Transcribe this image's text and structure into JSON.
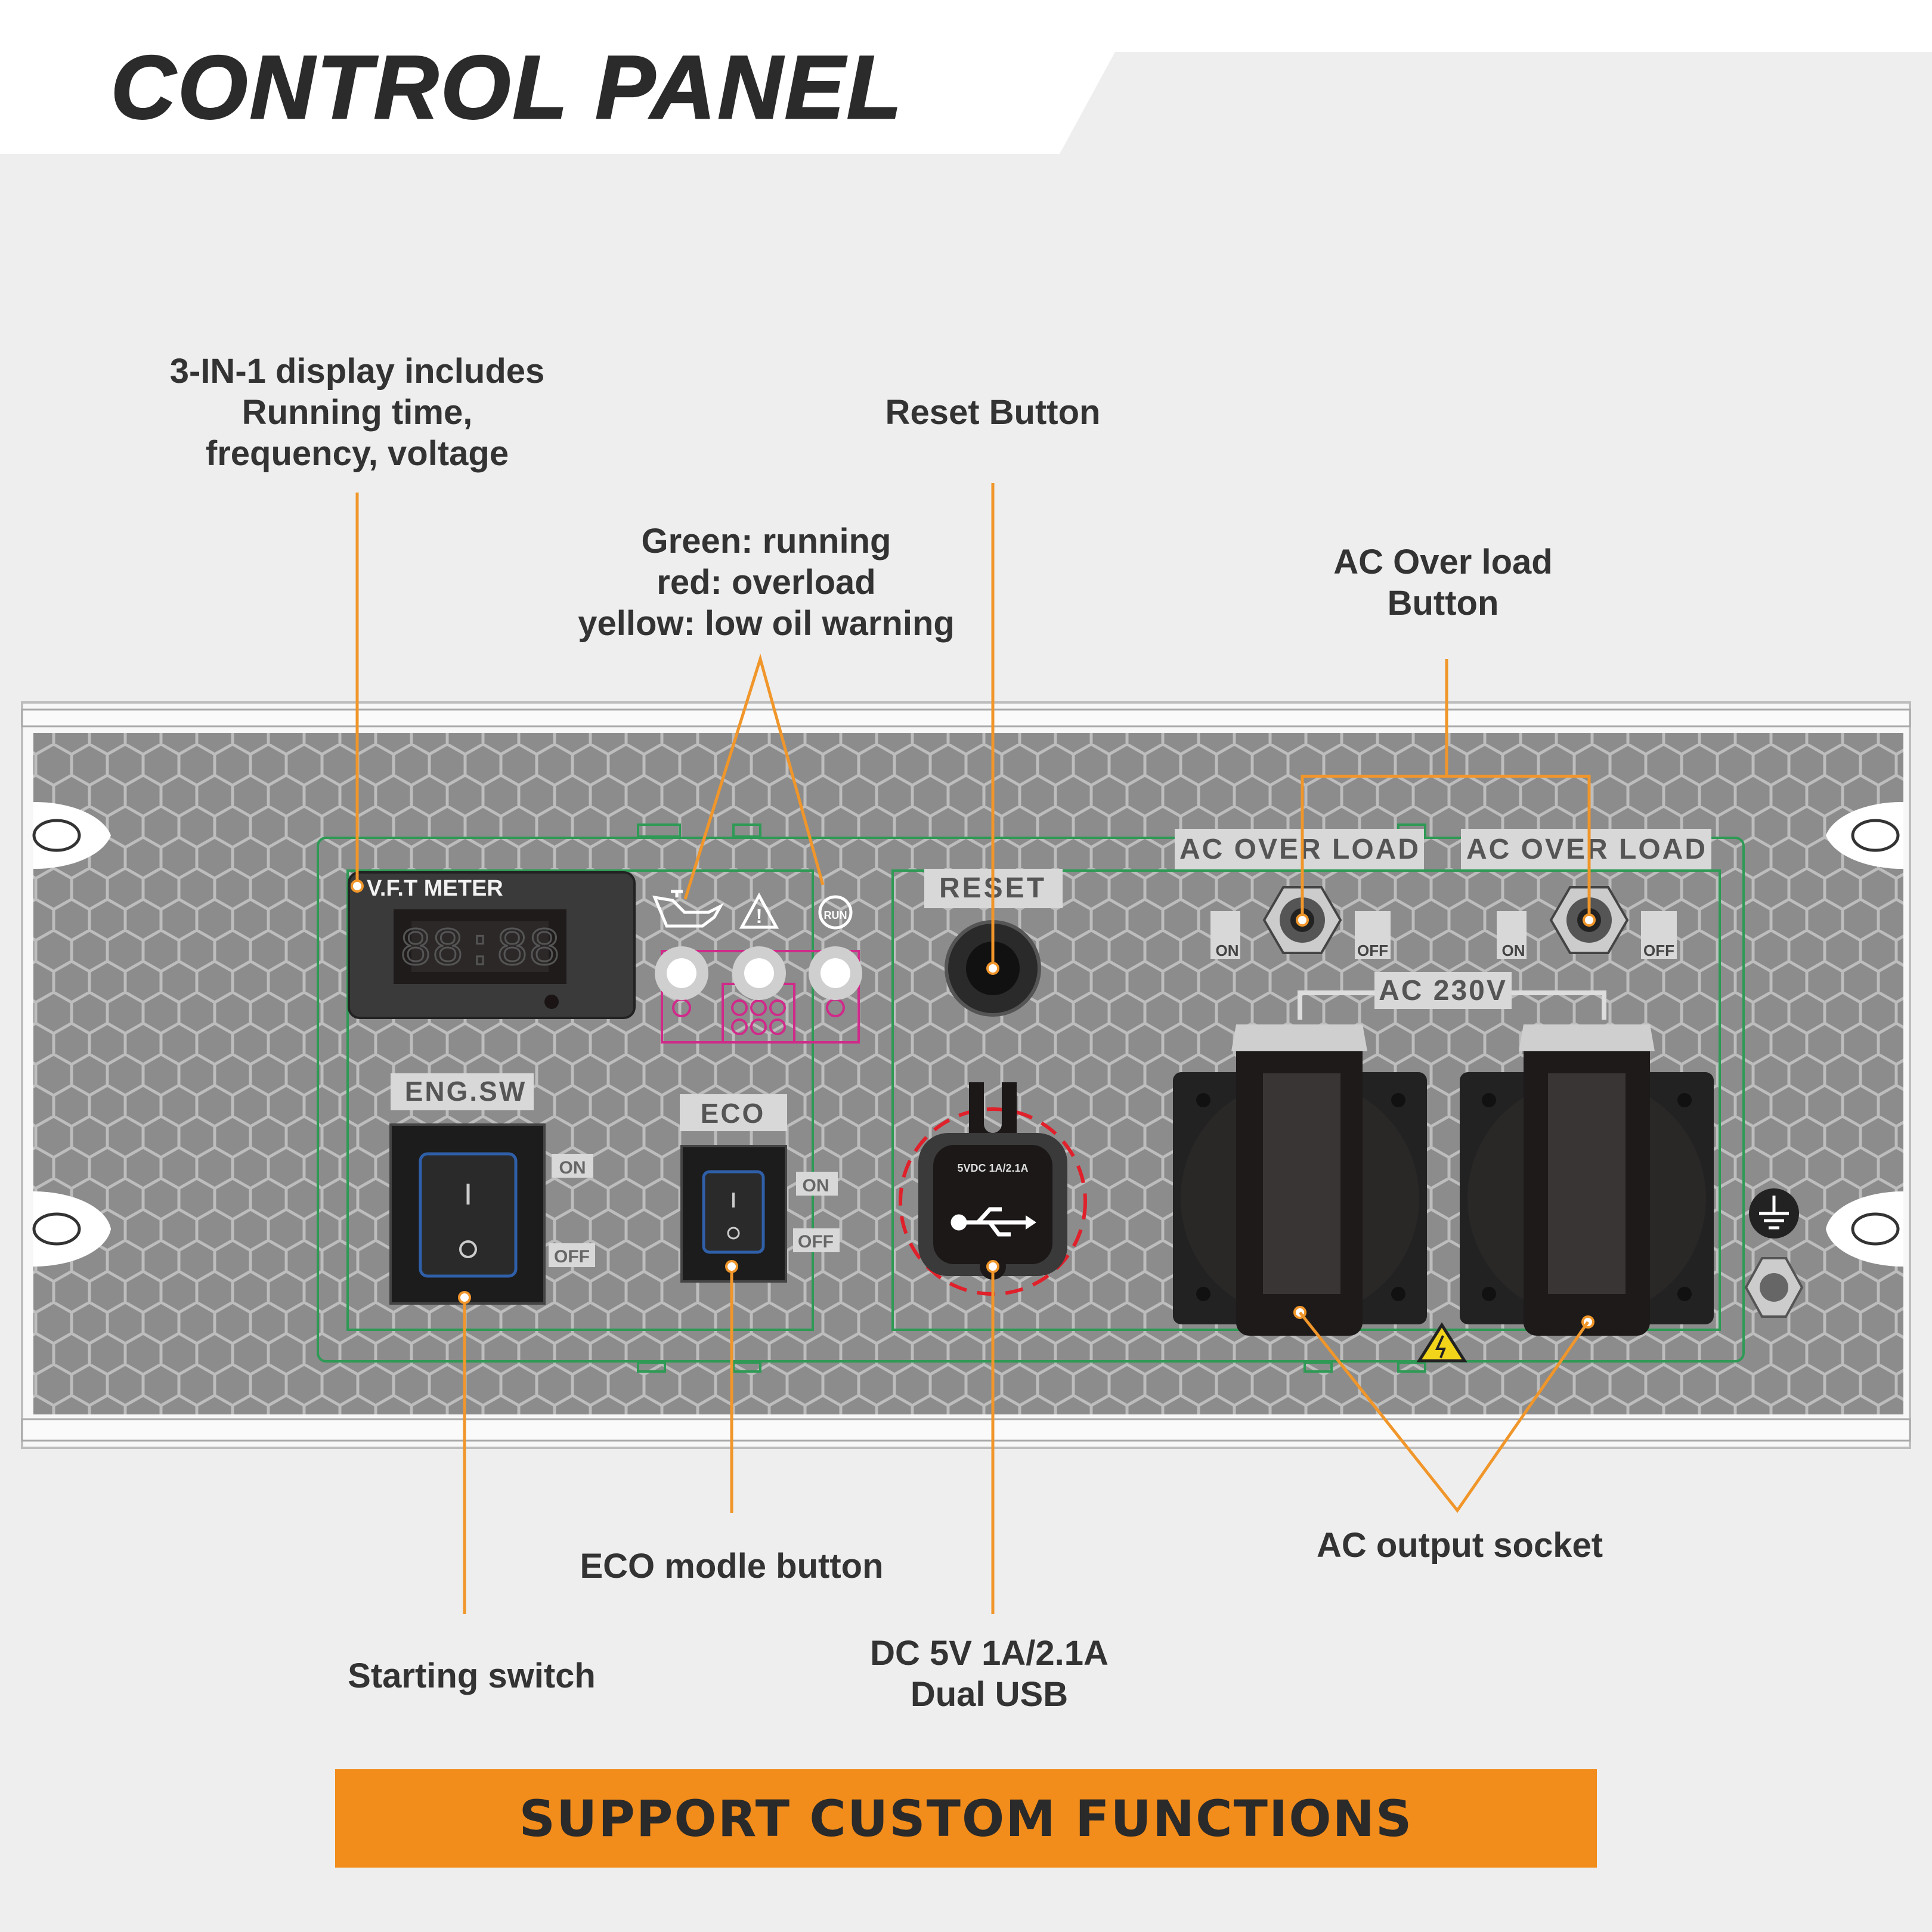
{
  "header": {
    "title": "CONTROL PANEL"
  },
  "annotations": {
    "display": [
      "3-IN-1 display includes",
      "Running time,",
      "frequency, voltage"
    ],
    "reset": "Reset Button",
    "leds": [
      "Green: running",
      "red: overload",
      "yellow: low oil warning"
    ],
    "ac_overload": [
      "AC Over load",
      "Button"
    ],
    "starting_switch": "Starting switch",
    "eco": "ECO modle button",
    "usb": [
      "DC 5V 1A/2.1A",
      "Dual USB"
    ],
    "ac_socket": "AC output socket"
  },
  "panel": {
    "meter_label": "V.F.T METER",
    "meter_digits": "88:88",
    "led_icons": [
      "oil-can-icon",
      "warning-icon",
      "run-icon"
    ],
    "led_icon_text": "RUN",
    "eng_sw": "ENG.SW",
    "eco": "ECO",
    "on": "ON",
    "off": "OFF",
    "reset": "RESET",
    "usb_text": "5VDC 1A/2.1A",
    "ac_overload": "AC OVER LOAD",
    "ac_voltage": "AC 230V"
  },
  "banner": {
    "text": "SUPPORT CUSTOM FUNCTIONS"
  },
  "colors": {
    "accent": "#f28c1a",
    "leader_line": "#f0962a",
    "panel": "#8a8a8a",
    "green_outline": "#2e9a55"
  }
}
